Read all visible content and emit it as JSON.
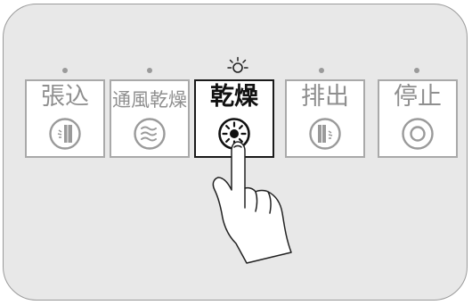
{
  "buttons": [
    {
      "label": "張込",
      "icon": "tension-icon"
    },
    {
      "label": "通風乾燥",
      "icon": "ventilation-icon"
    },
    {
      "label": "乾燥",
      "icon": "drying-sun-icon",
      "active": true
    },
    {
      "label": "排出",
      "icon": "discharge-icon"
    },
    {
      "label": "停止",
      "icon": "stop-circle-icon"
    }
  ],
  "colors": {
    "panel": "#e8e8e8",
    "inactive_text": "#8f8f8f",
    "active_text": "#111111",
    "border_inactive": "#a9a9a9",
    "border_active": "#1a1a1a"
  }
}
